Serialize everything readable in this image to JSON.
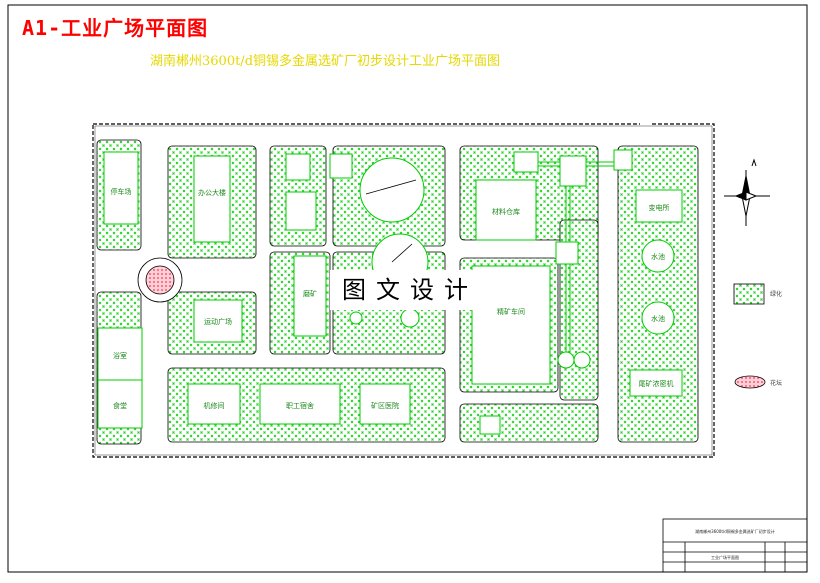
{
  "title": "A1-工业广场平面图",
  "subtitle": "湖南郴州3600t/d铜锡多金属选矿厂初步设计工业广场平面图",
  "watermark": "图文设计",
  "buildings": {
    "b1": "停车场",
    "b2": "办公大楼",
    "b3": "运动广场",
    "b4": "浴室",
    "b5": "食堂",
    "b6": "机修间",
    "b7": "职工宿舍",
    "b8": "矿区医院",
    "b9": "磨矿",
    "b10": "材料仓库",
    "b11": "精矿车间",
    "b12": "变电所",
    "b13": "水池",
    "b14": "水池",
    "b15": "尾矿浓密机"
  },
  "legend": {
    "green_label": "绿化",
    "flower_label": "花坛"
  },
  "title_block": {
    "r1": "湖南郴州3600t/d铜锡多金属选矿厂初步设计",
    "r2": "工业广场平面图"
  },
  "colors": {
    "grass": "#1fd11f",
    "building_line": "#00cc00",
    "road": "#000000",
    "title": "#ff0000",
    "subtitle": "#e6d800",
    "flower": "#ff3355"
  }
}
